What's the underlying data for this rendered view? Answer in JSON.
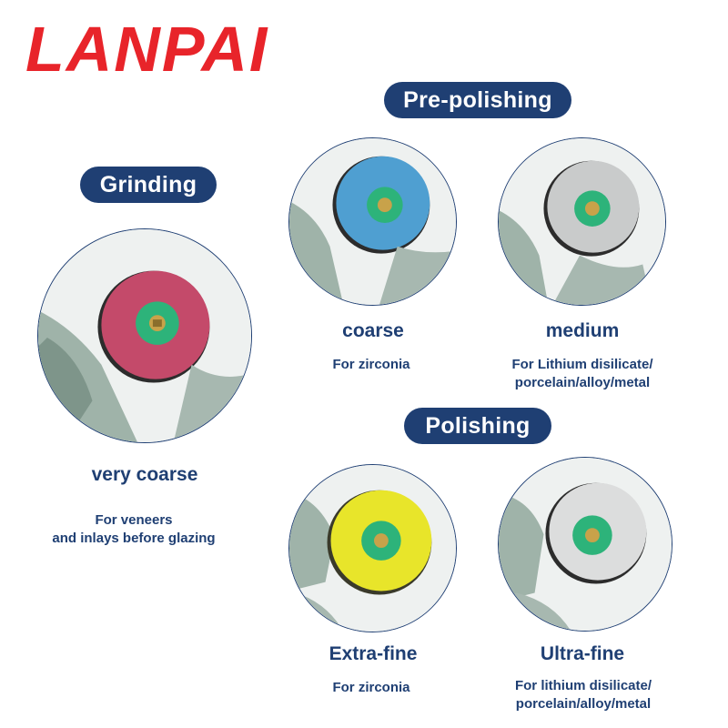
{
  "brand": {
    "logo_text": "LANPAI",
    "color": "#e8242a"
  },
  "accent_color": "#1f3f73",
  "sections": {
    "grinding": {
      "label": "Grinding"
    },
    "pre_polishing": {
      "label": "Pre-polishing"
    },
    "polishing": {
      "label": "Polishing"
    }
  },
  "discs": {
    "very_coarse": {
      "grade": "very coarse",
      "desc": [
        "For veneers",
        "and inlays before glazing"
      ],
      "disc_color": "#c44a6a"
    },
    "coarse": {
      "grade": "coarse",
      "desc": [
        "For zirconia"
      ],
      "disc_color": "#4f9fd1"
    },
    "medium": {
      "grade": "medium",
      "desc": [
        "For Lithium disilicate/",
        "porcelain/alloy/metal"
      ],
      "disc_color": "#c9cbcb"
    },
    "extra_fine": {
      "grade": "Extra-fine",
      "desc": [
        "For zirconia"
      ],
      "disc_color": "#e8e52a"
    },
    "ultra_fine": {
      "grade": "Ultra-fine",
      "desc": [
        "For lithium disilicate/",
        "porcelain/alloy/metal"
      ],
      "disc_color": "#dcdddd"
    }
  }
}
